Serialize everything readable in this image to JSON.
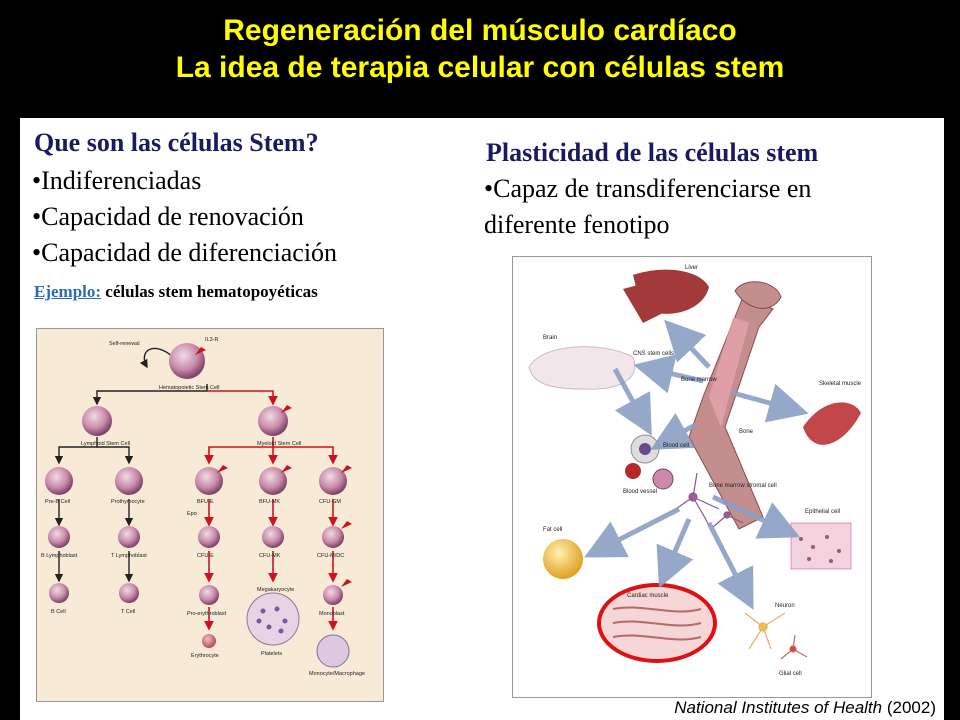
{
  "title": {
    "line1": "Regeneración del músculo cardíaco",
    "line2": "La idea de terapia celular con células stem"
  },
  "left": {
    "heading": "Que son las células Stem?",
    "bullets": [
      "•Indiferenciadas",
      "•Capacidad de renovación",
      "•Capacidad de diferenciación"
    ],
    "example_label": "Ejemplo:",
    "example_text": " células stem hematopoyéticas"
  },
  "right": {
    "heading": "Plasticidad de las células stem",
    "bullet_line1": "•Capaz de transdiferenciarse en",
    "bullet_line2": "diferente fenotipo"
  },
  "hema": {
    "il3r": "IL3-R",
    "self_renewal": "Self-renewal",
    "hsc": "Hematopoietic Stem Cell",
    "lymphoid": "Lymphoid Stem Cell",
    "myeloid": "Myeloid Stem Cell",
    "preb": "Pre-B Cell",
    "prothymocyte": "Prothymocyte",
    "bfue": "BFU-E",
    "bfumk": "BFU-MK",
    "cfugm": "CFU-GM",
    "epo": "Epo",
    "blymph": "B Lymphoblast",
    "tlymph": "T Lymphoblast",
    "cfue": "CFU-E",
    "cfumk": "CFU-MK",
    "cfumdc": "CFU-M/DC",
    "megakaryocyte": "Megakaryocyte",
    "bcell": "B Cell",
    "tcell": "T Cell",
    "proerythro": "Pro-erythroblast",
    "monoblast": "Monoblast",
    "erythrocyte": "Erythrocyte",
    "platelets": "Platelets",
    "macrophage": "Monocyte/Macrophage"
  },
  "plast": {
    "liver": "Liver",
    "brain": "Brain",
    "cns": "CNS stem cells",
    "bone_marrow": "Bone marrow",
    "skeletal": "Skeletal muscle",
    "bone": "Bone",
    "blood_cell": "Blood cell",
    "blood_vessel": "Blood vessel",
    "stromal": "Bone marrow stromal cell",
    "epithelial": "Epithelial cell",
    "fat": "Fat cell",
    "cardiac": "Cardiac muscle",
    "neuron": "Neuron",
    "glial": "Glial cell"
  },
  "credit": {
    "source": "National Institutes of Health",
    "year": " (2002)"
  },
  "colors": {
    "title": "#ffff00",
    "heading": "#1a1a5e",
    "link": "#2b6cb0",
    "arrow_red": "#d01020"
  }
}
